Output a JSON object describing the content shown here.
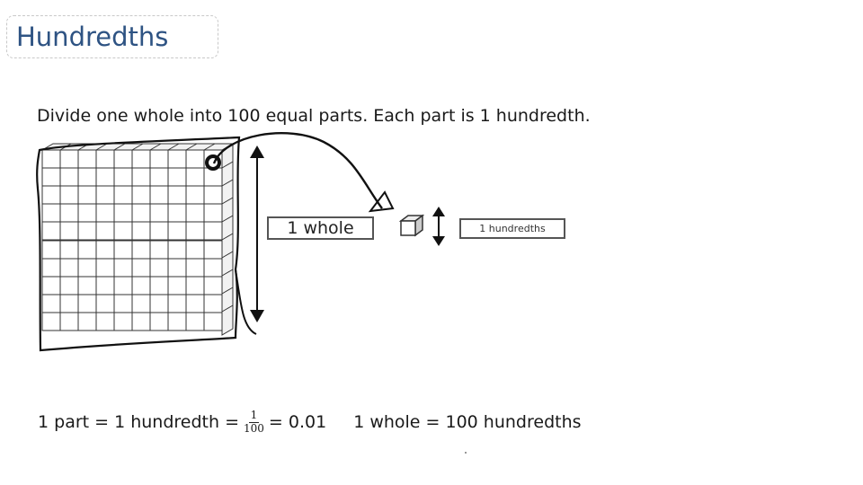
{
  "title": "Hundredths",
  "intro": "Divide one whole into 100 equal parts. Each part is 1 hundredth.",
  "labels": {
    "whole": "1 whole",
    "hundredths": "1 hundredths"
  },
  "equation": {
    "part_left": "1 part = 1 hundredth =",
    "fraction_numerator": "1",
    "fraction_denominator": "100",
    "part_right": "= 0.01",
    "whole": "1 whole = 100 hundredths"
  },
  "grid": {
    "rows": 10,
    "cols": 10
  }
}
